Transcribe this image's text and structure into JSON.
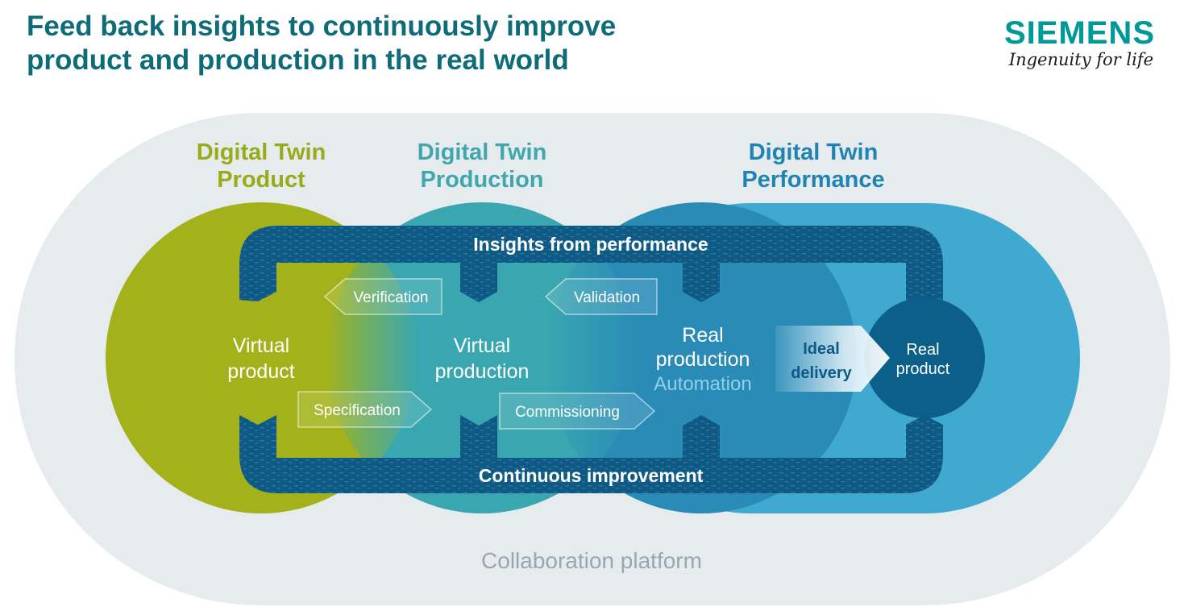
{
  "title": {
    "line1": "Feed back insights to continuously improve",
    "line2": "product and production in the real world"
  },
  "logo": {
    "wordmark": "SIEMENS",
    "tagline": "Ingenuity for life"
  },
  "twins": {
    "product": {
      "line1": "Digital Twin",
      "line2": "Product",
      "color": "#9aab1a"
    },
    "production": {
      "line1": "Digital Twin",
      "line2": "Production",
      "color": "#3fa7ae"
    },
    "performance": {
      "line1": "Digital Twin",
      "line2": "Performance",
      "color": "#1f84b4"
    }
  },
  "loops": {
    "top": "Insights from performance",
    "bottom": "Continuous improvement"
  },
  "stages": {
    "virtual_product": {
      "line1": "Virtual",
      "line2": "product"
    },
    "virtual_production": {
      "line1": "Virtual",
      "line2": "production"
    },
    "real_production": {
      "line1": "Real",
      "line2": "production",
      "line3": "Automation"
    },
    "real_product": {
      "line1": "Real",
      "line2": "product"
    }
  },
  "arrows": {
    "verification": "Verification",
    "validation": "Validation",
    "specification": "Specification",
    "commissioning": "Commissioning",
    "ideal_delivery": {
      "line1": "Ideal",
      "line2": "delivery"
    }
  },
  "platform": "Collaboration platform",
  "colors": {
    "platform_bg": "#e6ebee",
    "product": "#a3b21a",
    "production": "#3aa7b0",
    "performance_dark": "#2a8bb7",
    "performance_light": "#40a9cf",
    "loop": "#0f5a85",
    "real_product_circle": "#0b5f89",
    "title": "#0e6b78",
    "logo": "#009999"
  }
}
